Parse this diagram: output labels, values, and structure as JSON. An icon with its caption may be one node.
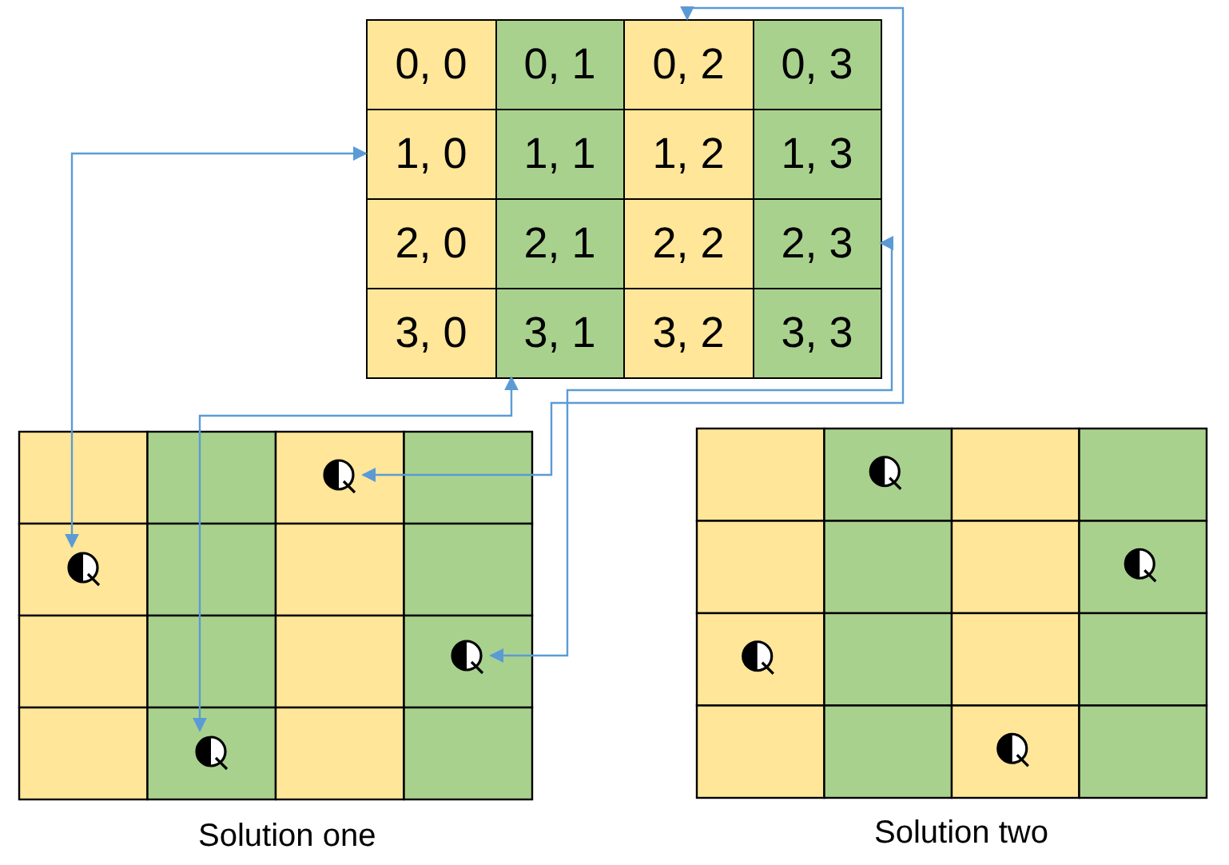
{
  "diagram": {
    "nodes": [
      {
        "text": [
          "0, 0"
        ]
      },
      {
        "text": [
          "0, 1"
        ]
      },
      {
        "text": [
          "0, 2"
        ]
      },
      {
        "text": [
          "0, 3"
        ]
      },
      {
        "text": [
          "1, 0"
        ]
      },
      {
        "text": [
          "1, 1"
        ]
      },
      {
        "text": [
          "1, 2"
        ]
      },
      {
        "text": [
          "1, 3"
        ]
      },
      {
        "text": [
          "2, 0"
        ]
      },
      {
        "text": [
          "2, 1"
        ]
      },
      {
        "text": [
          "2, 2"
        ]
      },
      {
        "text": [
          "2, 3"
        ]
      },
      {
        "text": [
          "3, 0"
        ]
      },
      {
        "text": [
          "3, 1"
        ]
      },
      {
        "text": [
          "3, 2"
        ]
      },
      {
        "text": [
          "3, 3"
        ]
      },
      {
        "text": [],
        "shape": "circle"
      },
      {
        "text": [],
        "shape": "circle"
      },
      {
        "text": [],
        "shape": "circle"
      },
      {
        "text": [],
        "shape": "circle"
      }
    ],
    "edges": [
      {
        "from": 2,
        "to": 16,
        "arrow": "both"
      },
      {
        "from": 4,
        "to": 17,
        "arrow": "both"
      },
      {
        "from": 11,
        "to": 18,
        "arrow": "both"
      },
      {
        "from": 13,
        "to": 19,
        "arrow": "both"
      }
    ],
    "labels": [
      "Solution one",
      "Solution two"
    ]
  }
}
